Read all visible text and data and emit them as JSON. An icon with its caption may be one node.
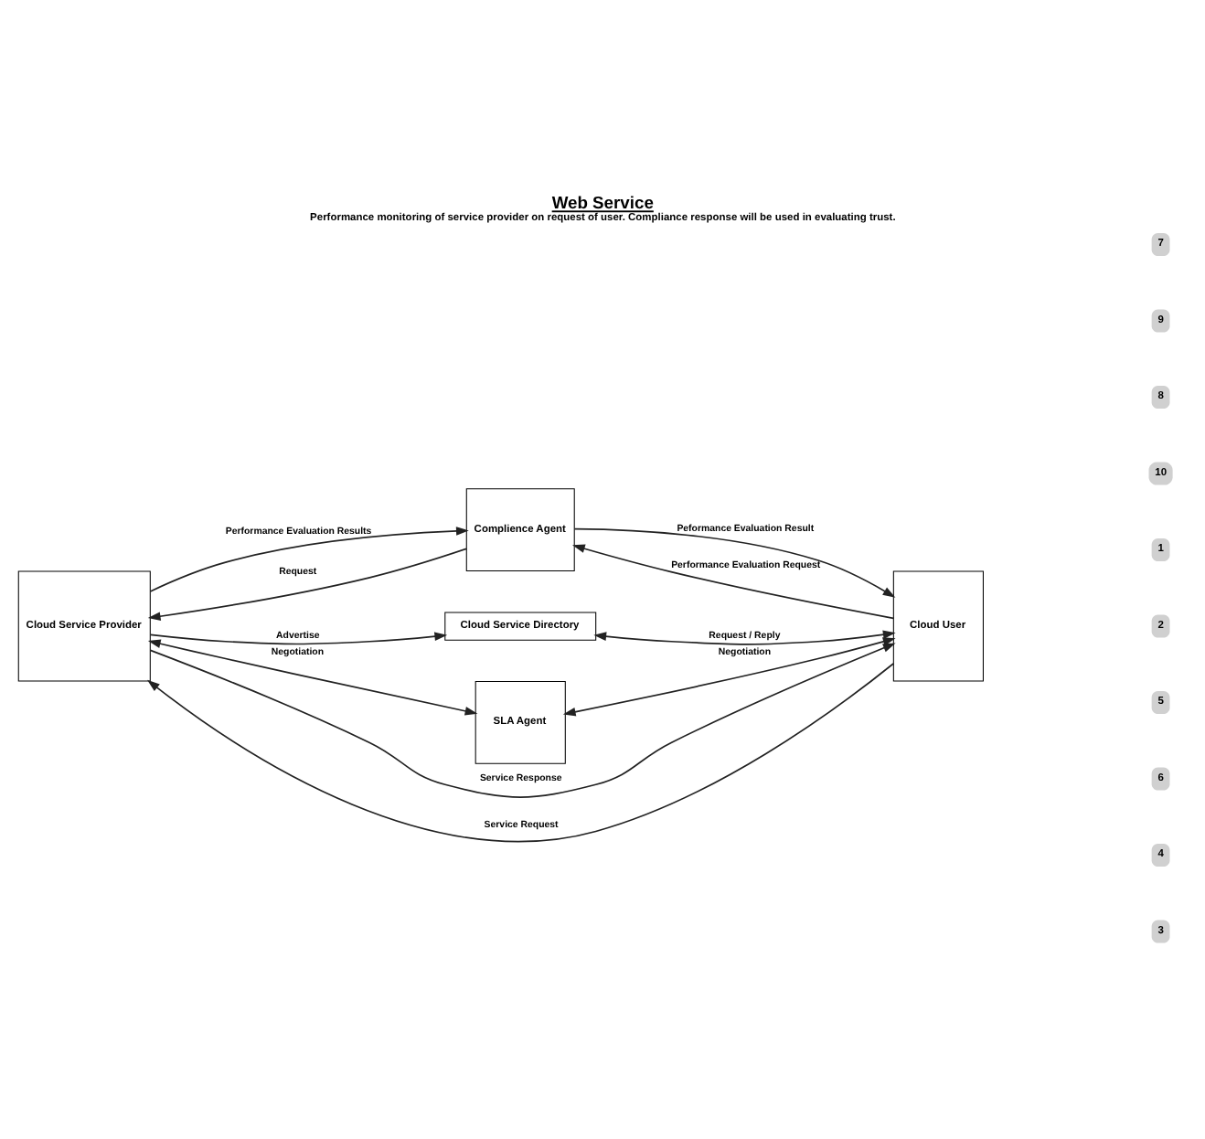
{
  "diagram": {
    "title": "Web Service",
    "caption": "Performance monitoring of service provider on request of user. Compliance response will be used in evaluating trust.",
    "nodes": [
      {
        "text": [
          "Complience Agent"
        ]
      },
      {
        "text": [
          "Cloud Service Provider"
        ]
      },
      {
        "text": [
          "Cloud Service Directory"
        ]
      },
      {
        "text": [
          "Cloud User"
        ]
      },
      {
        "text": [
          "SLA Agent"
        ]
      }
    ],
    "edges": [
      {
        "from": 3,
        "to": 0,
        "arrow": "to",
        "label": "Performance Evaluation Request"
      },
      {
        "from": 1,
        "to": 0,
        "arrow": "to",
        "label": "Performance Evaluation Results"
      },
      {
        "from": 0,
        "to": 1,
        "arrow": "to",
        "label": "Request"
      },
      {
        "from": 0,
        "to": 3,
        "arrow": "to",
        "label": "Peformance Evaluation Result"
      },
      {
        "from": 1,
        "to": 2,
        "arrow": "to",
        "label": "Advertise"
      },
      {
        "from": 2,
        "to": 3,
        "arrow": "both",
        "label": "Request / Reply"
      },
      {
        "from": 3,
        "to": 1,
        "arrow": "to",
        "label": "Service Request"
      },
      {
        "from": 1,
        "to": 3,
        "arrow": "to",
        "label": "Service Response"
      },
      {
        "from": 1,
        "to": 4,
        "arrow": "both",
        "label": "Negotiation"
      },
      {
        "from": 3,
        "to": 4,
        "arrow": "both",
        "label": "Negotiation"
      }
    ],
    "labels": [
      "7",
      "9",
      "8",
      "10",
      "1",
      "2",
      "5",
      "6",
      "4",
      "3"
    ]
  }
}
